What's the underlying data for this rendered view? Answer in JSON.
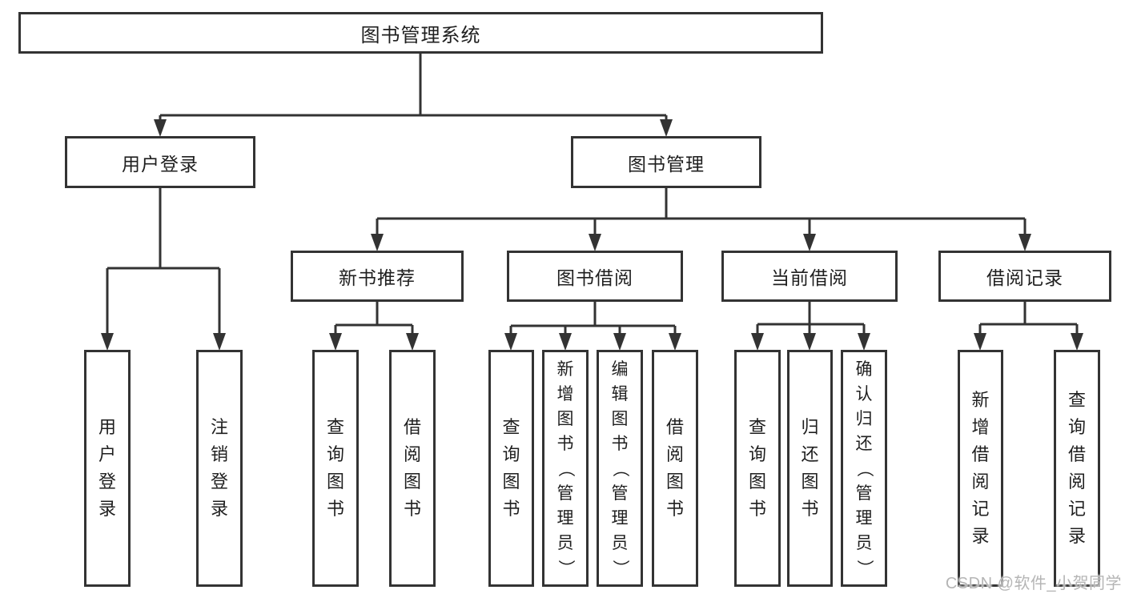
{
  "diagram": {
    "root": {
      "label": "图书管理系统"
    },
    "level1": [
      {
        "label": "用户登录"
      },
      {
        "label": "图书管理"
      }
    ],
    "level2": [
      {
        "label": "新书推荐"
      },
      {
        "label": "图书借阅"
      },
      {
        "label": "当前借阅"
      },
      {
        "label": "借阅记录"
      }
    ],
    "leaves": {
      "user_login": [
        "用户登录",
        "注销登录"
      ],
      "new_books": [
        "查询图书",
        "借阅图书"
      ],
      "book_borrow": [
        "查询图书",
        "新增图书（管理员）",
        "编辑图书（管理员）",
        "借阅图书"
      ],
      "current_borrow": [
        "查询图书",
        "归还图书",
        "确认归还（管理员）"
      ],
      "borrow_records": [
        "新增借阅记录",
        "查询借阅记录"
      ]
    }
  },
  "watermark": "CSDN @软件_小贺同学",
  "colors": {
    "line": "#333333",
    "text": "#1f1f1f",
    "watermark": "#b5b5b5",
    "background": "#ffffff"
  }
}
